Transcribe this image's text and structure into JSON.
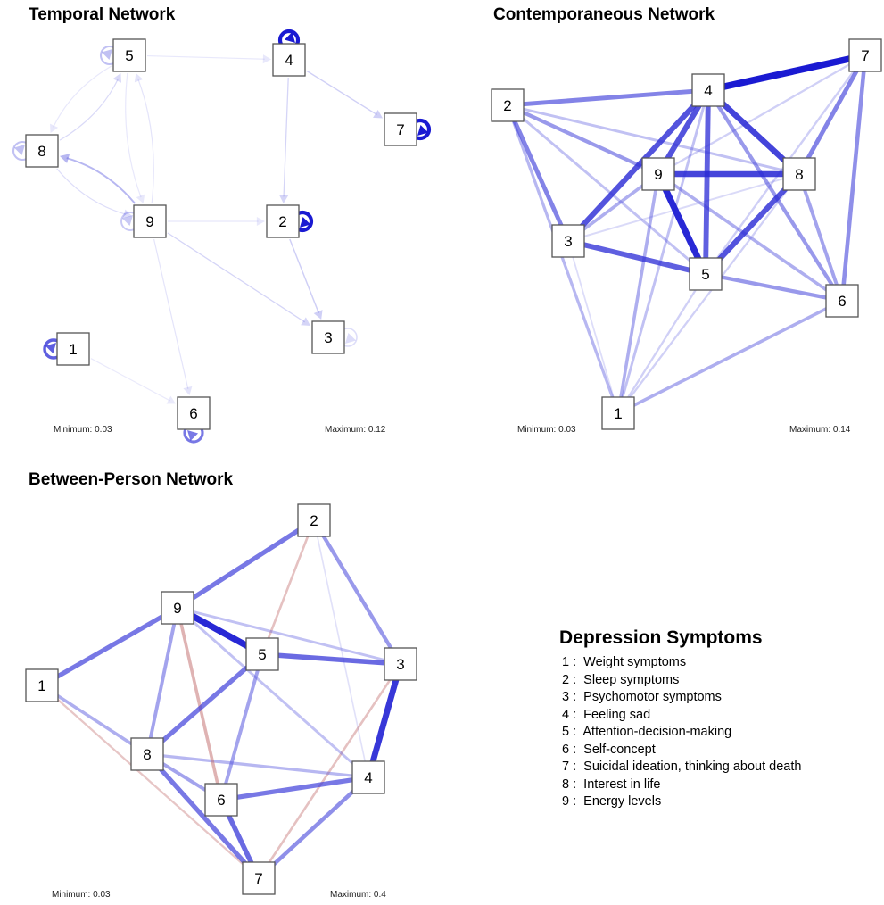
{
  "panels": [
    {
      "id": "temporal",
      "title": "Temporal Network",
      "minimum": "Minimum: 0.03",
      "maximum": "Maximum: 0.12",
      "directed": true,
      "nodes": [
        "1",
        "2",
        "3",
        "4",
        "5",
        "6",
        "7",
        "8",
        "9"
      ],
      "self_loops": [
        {
          "node": "4",
          "weight": 1.0
        },
        {
          "node": "7",
          "weight": 1.0
        },
        {
          "node": "2",
          "weight": 1.0
        },
        {
          "node": "1",
          "weight": 0.75
        },
        {
          "node": "6",
          "weight": 0.65
        },
        {
          "node": "5",
          "weight": 0.3
        },
        {
          "node": "8",
          "weight": 0.3
        },
        {
          "node": "9",
          "weight": 0.25
        },
        {
          "node": "3",
          "weight": 0.12
        }
      ],
      "edges": [
        {
          "from": "5",
          "to": "4",
          "weight": 0.05,
          "sign": "+"
        },
        {
          "from": "5",
          "to": "8",
          "weight": 0.05,
          "sign": "+"
        },
        {
          "from": "8",
          "to": "5",
          "weight": 0.15,
          "sign": "+"
        },
        {
          "from": "9",
          "to": "5",
          "weight": 0.08,
          "sign": "+"
        },
        {
          "from": "5",
          "to": "9",
          "weight": 0.05,
          "sign": "+"
        },
        {
          "from": "9",
          "to": "8",
          "weight": 0.35,
          "sign": "+"
        },
        {
          "from": "8",
          "to": "9",
          "weight": 0.12,
          "sign": "+"
        },
        {
          "from": "9",
          "to": "2",
          "weight": 0.05,
          "sign": "+"
        },
        {
          "from": "9",
          "to": "3",
          "weight": 0.18,
          "sign": "+"
        },
        {
          "from": "9",
          "to": "6",
          "weight": 0.08,
          "sign": "+"
        },
        {
          "from": "4",
          "to": "2",
          "weight": 0.18,
          "sign": "+"
        },
        {
          "from": "4",
          "to": "7",
          "weight": 0.2,
          "sign": "+"
        },
        {
          "from": "2",
          "to": "3",
          "weight": 0.22,
          "sign": "+"
        },
        {
          "from": "1",
          "to": "6",
          "weight": 0.03,
          "sign": "+"
        }
      ]
    },
    {
      "id": "contemporaneous",
      "title": "Contemporaneous Network",
      "minimum": "Minimum: 0.03",
      "maximum": "Maximum: 0.14",
      "directed": false,
      "nodes": [
        "1",
        "2",
        "3",
        "4",
        "5",
        "6",
        "7",
        "8",
        "9"
      ],
      "edges": [
        {
          "from": "4",
          "to": "7",
          "weight": 1.0,
          "sign": "+"
        },
        {
          "from": "4",
          "to": "2",
          "weight": 0.6,
          "sign": "+"
        },
        {
          "from": "4",
          "to": "3",
          "weight": 0.8,
          "sign": "+"
        },
        {
          "from": "4",
          "to": "9",
          "weight": 0.8,
          "sign": "+"
        },
        {
          "from": "4",
          "to": "5",
          "weight": 0.75,
          "sign": "+"
        },
        {
          "from": "4",
          "to": "8",
          "weight": 0.85,
          "sign": "+"
        },
        {
          "from": "9",
          "to": "8",
          "weight": 0.85,
          "sign": "+"
        },
        {
          "from": "9",
          "to": "5",
          "weight": 0.95,
          "sign": "+"
        },
        {
          "from": "8",
          "to": "5",
          "weight": 0.8,
          "sign": "+"
        },
        {
          "from": "3",
          "to": "5",
          "weight": 0.75,
          "sign": "+"
        },
        {
          "from": "4",
          "to": "6",
          "weight": 0.5,
          "sign": "+"
        },
        {
          "from": "4",
          "to": "1",
          "weight": 0.3,
          "sign": "+"
        },
        {
          "from": "2",
          "to": "3",
          "weight": 0.6,
          "sign": "+"
        },
        {
          "from": "2",
          "to": "9",
          "weight": 0.5,
          "sign": "+"
        },
        {
          "from": "2",
          "to": "8",
          "weight": 0.3,
          "sign": "+"
        },
        {
          "from": "2",
          "to": "5",
          "weight": 0.3,
          "sign": "+"
        },
        {
          "from": "2",
          "to": "1",
          "weight": 0.35,
          "sign": "+"
        },
        {
          "from": "7",
          "to": "8",
          "weight": 0.6,
          "sign": "+"
        },
        {
          "from": "7",
          "to": "6",
          "weight": 0.55,
          "sign": "+"
        },
        {
          "from": "7",
          "to": "9",
          "weight": 0.2,
          "sign": "+"
        },
        {
          "from": "7",
          "to": "5",
          "weight": 0.22,
          "sign": "+"
        },
        {
          "from": "3",
          "to": "8",
          "weight": 0.15,
          "sign": "+"
        },
        {
          "from": "9",
          "to": "6",
          "weight": 0.4,
          "sign": "+"
        },
        {
          "from": "9",
          "to": "1",
          "weight": 0.4,
          "sign": "+"
        },
        {
          "from": "9",
          "to": "3",
          "weight": 0.4,
          "sign": "+"
        },
        {
          "from": "8",
          "to": "6",
          "weight": 0.45,
          "sign": "+"
        },
        {
          "from": "8",
          "to": "1",
          "weight": 0.2,
          "sign": "+"
        },
        {
          "from": "5",
          "to": "6",
          "weight": 0.5,
          "sign": "+"
        },
        {
          "from": "1",
          "to": "6",
          "weight": 0.4,
          "sign": "+"
        },
        {
          "from": "1",
          "to": "5",
          "weight": 0.2,
          "sign": "+"
        },
        {
          "from": "1",
          "to": "3",
          "weight": 0.12,
          "sign": "+"
        }
      ]
    },
    {
      "id": "between",
      "title": "Between-Person Network",
      "minimum": "Minimum: 0.03",
      "maximum": "Maximum: 0.4",
      "directed": false,
      "nodes": [
        "1",
        "2",
        "3",
        "4",
        "5",
        "6",
        "7",
        "8",
        "9"
      ],
      "edges": [
        {
          "from": "2",
          "to": "9",
          "weight": 0.65,
          "sign": "+"
        },
        {
          "from": "2",
          "to": "3",
          "weight": 0.5,
          "sign": "+"
        },
        {
          "from": "2",
          "to": "5",
          "weight": 0.25,
          "sign": "-"
        },
        {
          "from": "2",
          "to": "4",
          "weight": 0.1,
          "sign": "+"
        },
        {
          "from": "9",
          "to": "1",
          "weight": 0.65,
          "sign": "+"
        },
        {
          "from": "9",
          "to": "5",
          "weight": 0.95,
          "sign": "+"
        },
        {
          "from": "9",
          "to": "3",
          "weight": 0.3,
          "sign": "+"
        },
        {
          "from": "9",
          "to": "8",
          "weight": 0.45,
          "sign": "+"
        },
        {
          "from": "9",
          "to": "6",
          "weight": 0.4,
          "sign": "-"
        },
        {
          "from": "9",
          "to": "4",
          "weight": 0.3,
          "sign": "+"
        },
        {
          "from": "5",
          "to": "3",
          "weight": 0.7,
          "sign": "+"
        },
        {
          "from": "5",
          "to": "8",
          "weight": 0.65,
          "sign": "+"
        },
        {
          "from": "5",
          "to": "6",
          "weight": 0.45,
          "sign": "+"
        },
        {
          "from": "3",
          "to": "4",
          "weight": 0.9,
          "sign": "+"
        },
        {
          "from": "3",
          "to": "7",
          "weight": 0.25,
          "sign": "-"
        },
        {
          "from": "1",
          "to": "8",
          "weight": 0.4,
          "sign": "+"
        },
        {
          "from": "1",
          "to": "7",
          "weight": 0.2,
          "sign": "-"
        },
        {
          "from": "8",
          "to": "4",
          "weight": 0.35,
          "sign": "+"
        },
        {
          "from": "8",
          "to": "6",
          "weight": 0.45,
          "sign": "+"
        },
        {
          "from": "8",
          "to": "7",
          "weight": 0.65,
          "sign": "+"
        },
        {
          "from": "6",
          "to": "4",
          "weight": 0.65,
          "sign": "+"
        },
        {
          "from": "6",
          "to": "7",
          "weight": 0.7,
          "sign": "+"
        },
        {
          "from": "4",
          "to": "7",
          "weight": 0.55,
          "sign": "+"
        }
      ]
    }
  ],
  "legend": {
    "title": "Depression Symptoms",
    "items": [
      "1 :  Weight symptoms",
      "2 :  Sleep symptoms",
      "3 :  Psychomotor symptoms",
      "4 :  Feeling sad",
      "5 :  Attention-decision-making",
      "6 :  Self-concept",
      "7 :  Suicidal ideation, thinking about death",
      "8 :  Interest in life",
      "9 :  Energy levels"
    ]
  },
  "colors": {
    "positive": "#1a1ad2",
    "negative": "#c07070",
    "node_border": "#555555"
  }
}
